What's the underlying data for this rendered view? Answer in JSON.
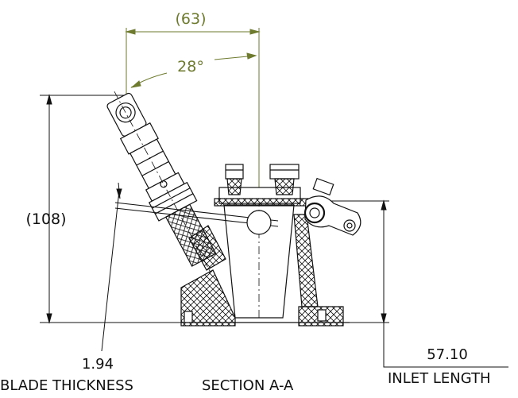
{
  "dimensions": {
    "width_ref": "(63)",
    "angle": "28°",
    "height_ref": "(108)",
    "blade_thickness_value": "1.94",
    "inlet_length_value": "57.10"
  },
  "labels": {
    "blade_thickness": "BLADE THICKNESS",
    "section": "SECTION A-A",
    "inlet_length": "INLET LENGTH"
  },
  "colors": {
    "dimension_olive": "#6e7a2e",
    "line": "#111111",
    "hatch": "#111111"
  }
}
